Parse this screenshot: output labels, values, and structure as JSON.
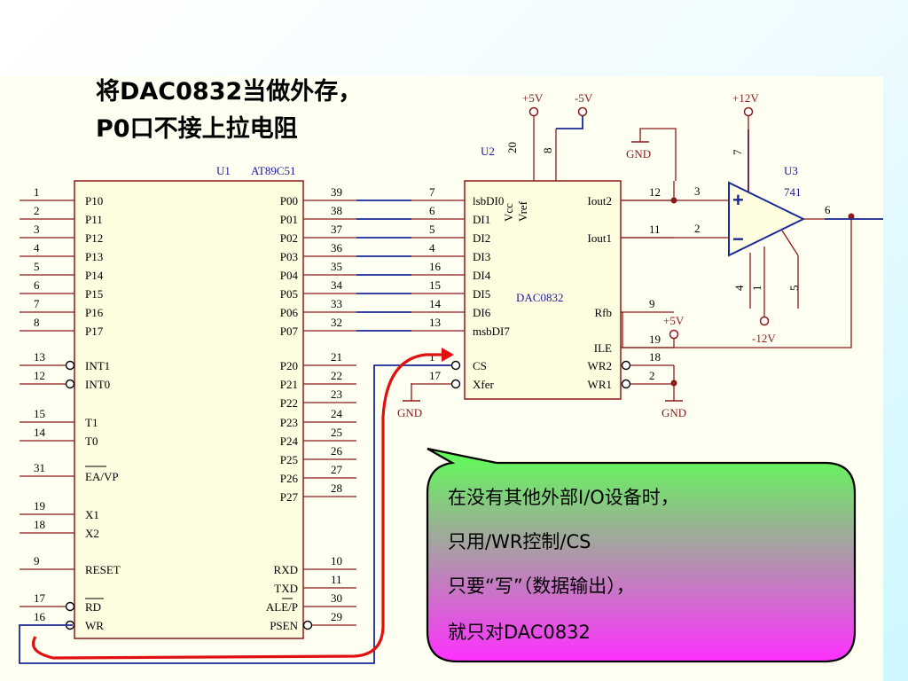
{
  "title": {
    "line1": "将DAC0832当做外存，",
    "line2": "P0口不接上拉电阻"
  },
  "u1": {
    "ref": "U1",
    "part": "AT89C51",
    "left_pins": [
      {
        "num": "1",
        "name": "P10"
      },
      {
        "num": "2",
        "name": "P11"
      },
      {
        "num": "3",
        "name": "P12"
      },
      {
        "num": "4",
        "name": "P13"
      },
      {
        "num": "5",
        "name": "P14"
      },
      {
        "num": "6",
        "name": "P15"
      },
      {
        "num": "7",
        "name": "P16"
      },
      {
        "num": "8",
        "name": "P17"
      },
      {
        "num": "13",
        "name": "INT1"
      },
      {
        "num": "12",
        "name": "INT0"
      },
      {
        "num": "15",
        "name": "T1"
      },
      {
        "num": "14",
        "name": "T0"
      },
      {
        "num": "31",
        "name": "EA/VP"
      },
      {
        "num": "19",
        "name": "X1"
      },
      {
        "num": "18",
        "name": "X2"
      },
      {
        "num": "9",
        "name": "RESET"
      },
      {
        "num": "17",
        "name": "RD"
      },
      {
        "num": "16",
        "name": "WR"
      }
    ],
    "right_pins": [
      {
        "num": "39",
        "name": "P00"
      },
      {
        "num": "38",
        "name": "P01"
      },
      {
        "num": "37",
        "name": "P02"
      },
      {
        "num": "36",
        "name": "P03"
      },
      {
        "num": "35",
        "name": "P04"
      },
      {
        "num": "34",
        "name": "P05"
      },
      {
        "num": "33",
        "name": "P06"
      },
      {
        "num": "32",
        "name": "P07"
      },
      {
        "num": "21",
        "name": "P20"
      },
      {
        "num": "22",
        "name": "P21"
      },
      {
        "num": "23",
        "name": "P22"
      },
      {
        "num": "24",
        "name": "P23"
      },
      {
        "num": "25",
        "name": "P24"
      },
      {
        "num": "26",
        "name": "P25"
      },
      {
        "num": "27",
        "name": "P26"
      },
      {
        "num": "28",
        "name": "P27"
      },
      {
        "num": "10",
        "name": "RXD"
      },
      {
        "num": "11",
        "name": "TXD"
      },
      {
        "num": "30",
        "name": "ALE/P"
      },
      {
        "num": "29",
        "name": "PSEN"
      }
    ]
  },
  "u2": {
    "ref": "U2",
    "part": "DAC0832",
    "left_pins": [
      {
        "num": "7",
        "name": "lsbDI0"
      },
      {
        "num": "6",
        "name": "DI1"
      },
      {
        "num": "5",
        "name": "DI2"
      },
      {
        "num": "4",
        "name": "DI3"
      },
      {
        "num": "16",
        "name": "DI4"
      },
      {
        "num": "15",
        "name": "DI5"
      },
      {
        "num": "14",
        "name": "DI6"
      },
      {
        "num": "13",
        "name": "msbDI7"
      },
      {
        "num": "1",
        "name": "CS"
      },
      {
        "num": "17",
        "name": "Xfer"
      }
    ],
    "right_pins": [
      {
        "num": "12",
        "name": "Iout2"
      },
      {
        "num": "11",
        "name": "Iout1"
      },
      {
        "num": "9",
        "name": "Rfb"
      },
      {
        "num": "19",
        "name": "ILE"
      },
      {
        "num": "18",
        "name": "WR2"
      },
      {
        "num": "2",
        "name": "WR1"
      }
    ],
    "top_pins": [
      {
        "num": "20",
        "name": "Vcc"
      },
      {
        "num": "8",
        "name": "Vref"
      }
    ]
  },
  "u3": {
    "ref": "U3",
    "part": "741",
    "pins": {
      "inv": "2",
      "noninv": "3",
      "out": "6",
      "vpos": "7",
      "vneg": "4",
      "n1": "1",
      "n5": "5"
    },
    "plus": "+",
    "minus": "−"
  },
  "power": {
    "p5": "+5V",
    "m5": "-5V",
    "p12": "+12V",
    "m12": "-12V",
    "gnd": "GND"
  },
  "callout": {
    "line1": "在没有其他外部I/O设备时，",
    "line2": "只用/WR控制/CS",
    "line3": "只要“写”（数据输出），",
    "line4": "就只对DAC0832"
  },
  "colors": {
    "wire": "#8b1a1a",
    "bus": "#1a2a99",
    "chip_fill": "#fffde0",
    "schematic_bg": "#fffff2",
    "highlight": "#e01010",
    "callout_top": "#66ff66",
    "callout_bottom": "#ff33ff"
  }
}
